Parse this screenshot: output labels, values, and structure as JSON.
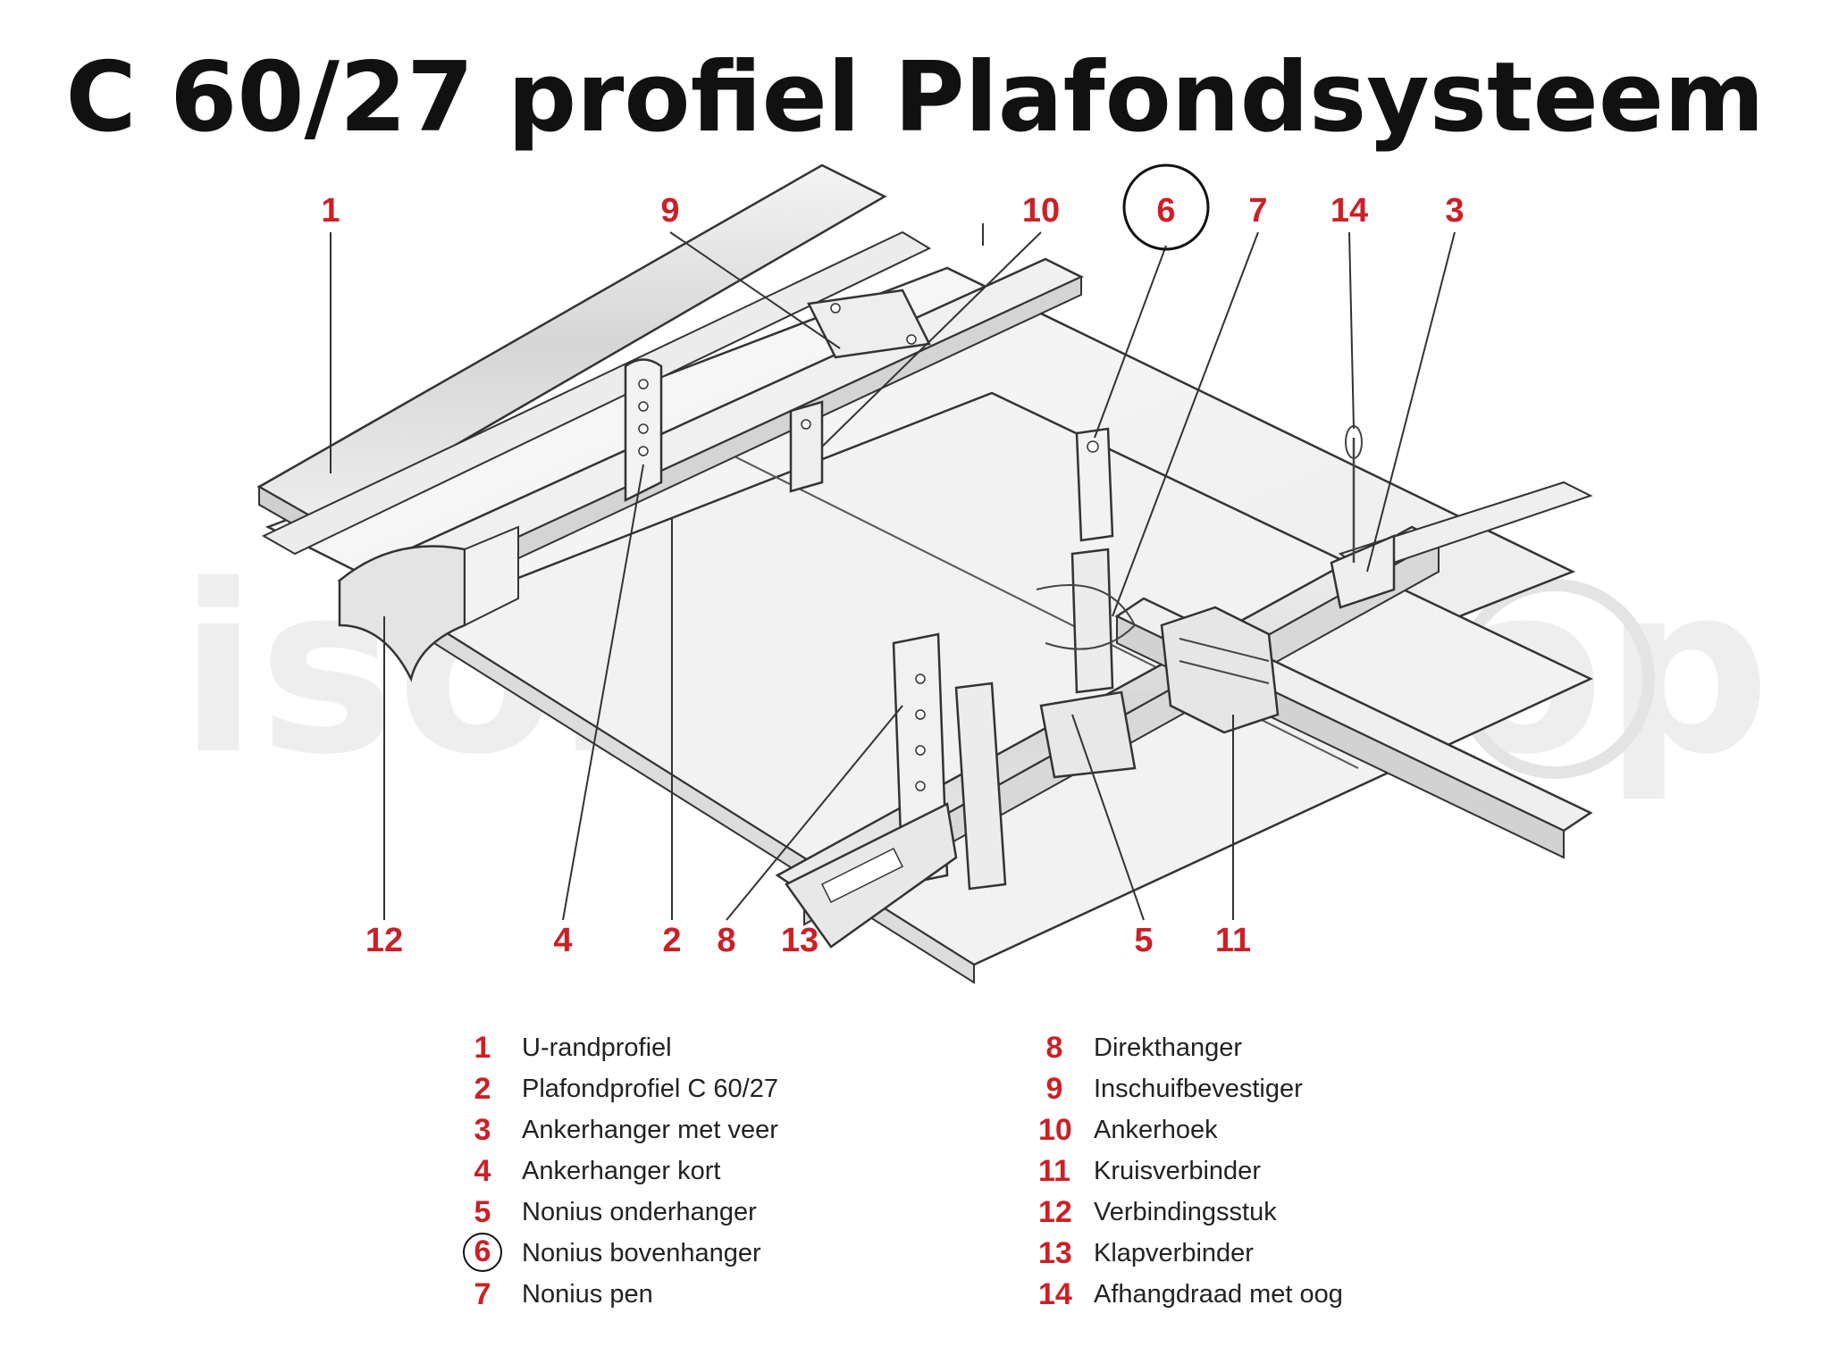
{
  "title": "C 60/27 profiel Plafondsysteem",
  "watermark": "isolatieshop",
  "colors": {
    "accent": "#cc2026",
    "line": "#333333",
    "metal": "#e6e6e6",
    "background": "#ffffff"
  },
  "callouts": [
    {
      "number": "1"
    },
    {
      "number": "9"
    },
    {
      "number": "10"
    },
    {
      "number": "6",
      "circled": true
    },
    {
      "number": "7"
    },
    {
      "number": "14"
    },
    {
      "number": "3"
    },
    {
      "number": "12"
    },
    {
      "number": "4"
    },
    {
      "number": "2"
    },
    {
      "number": "8"
    },
    {
      "number": "13"
    },
    {
      "number": "5"
    },
    {
      "number": "11"
    }
  ],
  "legend": {
    "left_column": [
      {
        "number": "1",
        "label": "U-randprofiel"
      },
      {
        "number": "2",
        "label": "Plafondprofiel C 60/27"
      },
      {
        "number": "3",
        "label": "Ankerhanger met veer"
      },
      {
        "number": "4",
        "label": "Ankerhanger kort"
      },
      {
        "number": "5",
        "label": "Nonius onderhanger"
      },
      {
        "number": "6",
        "label": "Nonius bovenhanger",
        "circled": true
      },
      {
        "number": "7",
        "label": "Nonius pen"
      }
    ],
    "right_column": [
      {
        "number": "8",
        "label": "Direkthanger"
      },
      {
        "number": "9",
        "label": "Inschuifbevestiger"
      },
      {
        "number": "10",
        "label": "Ankerhoek"
      },
      {
        "number": "11",
        "label": "Kruisverbinder"
      },
      {
        "number": "12",
        "label": "Verbindingsstuk"
      },
      {
        "number": "13",
        "label": "Klapverbinder"
      },
      {
        "number": "14",
        "label": "Afhangdraad met oog"
      }
    ]
  }
}
